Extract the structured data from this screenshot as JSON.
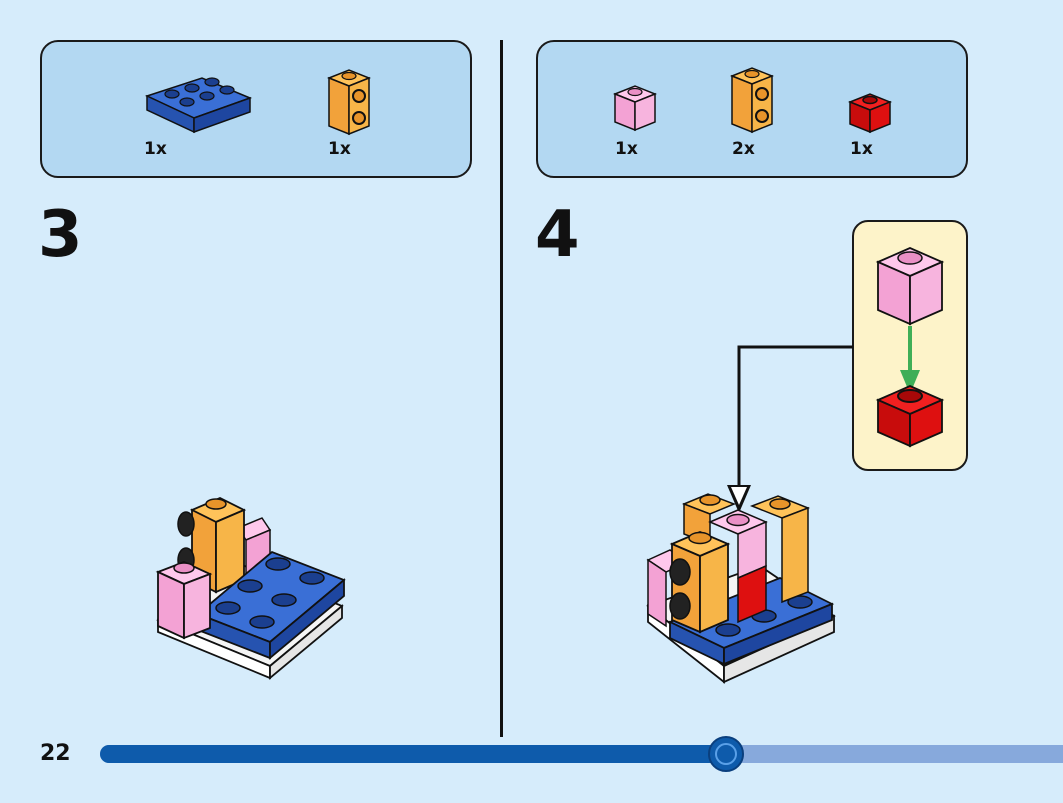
{
  "steps": [
    {
      "number": "3",
      "parts": [
        {
          "name": "blue-plate-2x3",
          "qty": "1x",
          "color": "#2f5fc6"
        },
        {
          "name": "orange-brick-1x1-studs-side",
          "qty": "1x",
          "color": "#f7a93a"
        }
      ]
    },
    {
      "number": "4",
      "parts": [
        {
          "name": "pink-brick-1x1",
          "qty": "1x",
          "color": "#f5a8d8"
        },
        {
          "name": "orange-brick-1x1-studs-side",
          "qty": "2x",
          "color": "#f7a93a"
        },
        {
          "name": "red-brick-1x1",
          "qty": "1x",
          "color": "#d40d0d"
        }
      ]
    }
  ],
  "page": {
    "number": "22"
  },
  "progress": {
    "fraction": 0.65
  },
  "colors": {
    "background": "#d6ecfb",
    "parts_panel": "#b3d8f2",
    "callout": "#fdf3c9",
    "blue": "#2f5fc6",
    "orange": "#f7a93a",
    "pink": "#f5a8d8",
    "red": "#d40d0d",
    "arrow_green": "#3fae57"
  },
  "icons": [
    "blue-plate-icon",
    "orange-brick-icon",
    "pink-brick-icon",
    "red-brick-icon",
    "placement-arrow-icon"
  ]
}
